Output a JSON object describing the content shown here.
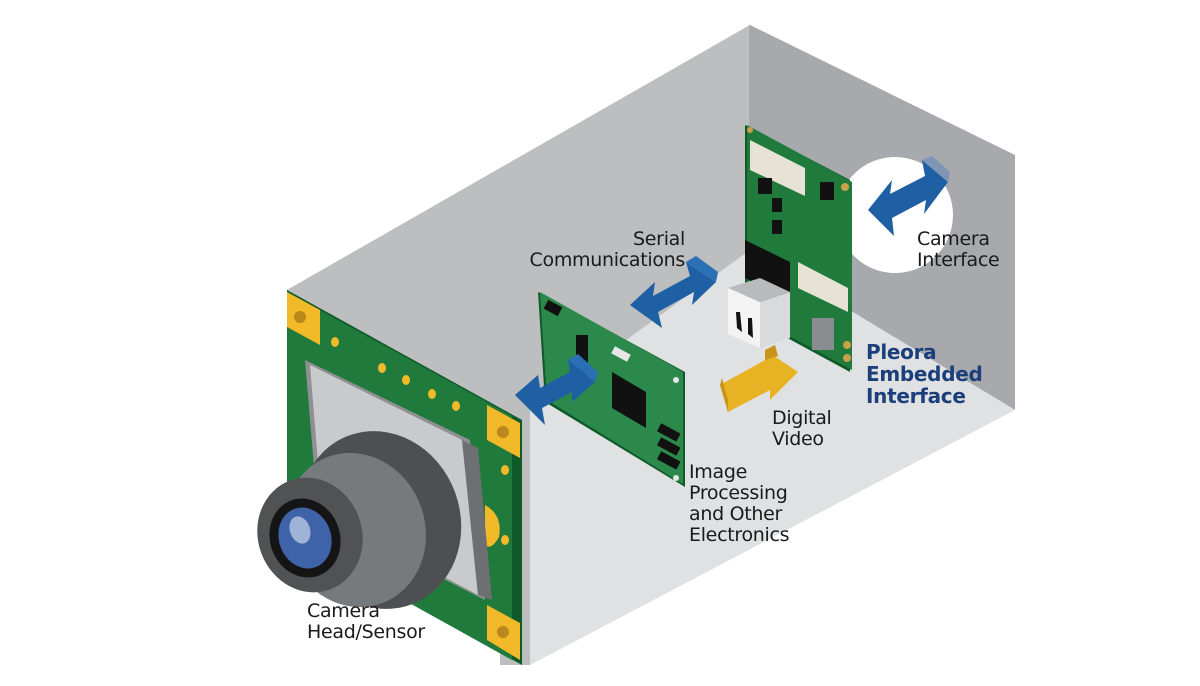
{
  "title": "Camera architecture with embedded interface",
  "colors": {
    "box_top": "#bcbec0",
    "box_back": "#a7a9ac",
    "box_floor": "#e0e1e2",
    "pcb_green": "#1f7a3c",
    "pcb_dark": "#0f5a2a",
    "gold": "#f2b928",
    "arrow_blue": "#1f5fa3",
    "arrow_yellow": "#e7b324",
    "lens_blue": "#3f63a8",
    "brand_text": "#1b3f7a"
  },
  "labels": {
    "serial": [
      "Serial",
      "Communications"
    ],
    "camera_interface": [
      "Camera",
      "Interface"
    ],
    "pleora": [
      "Pleora",
      "Embedded",
      "Interface"
    ],
    "digital_video": [
      "Digital",
      "Video"
    ],
    "image_processing": [
      "Image",
      "Processing",
      "and Other",
      "Electronics"
    ],
    "camera_head": [
      "Camera",
      "Head/Sensor"
    ]
  },
  "components": [
    {
      "id": "camera-head",
      "name": "Camera Head/Sensor"
    },
    {
      "id": "image-processing-board",
      "name": "Image Processing and Other Electronics"
    },
    {
      "id": "pleora-board",
      "name": "Pleora Embedded Interface"
    }
  ],
  "arrows": [
    {
      "id": "serial-arrow",
      "kind": "bidirectional",
      "color": "blue"
    },
    {
      "id": "processing-arrow",
      "kind": "bidirectional",
      "color": "blue"
    },
    {
      "id": "camera-interface-arrow",
      "kind": "bidirectional",
      "color": "blue"
    },
    {
      "id": "digital-video-arrow",
      "kind": "unidirectional",
      "color": "yellow"
    }
  ]
}
